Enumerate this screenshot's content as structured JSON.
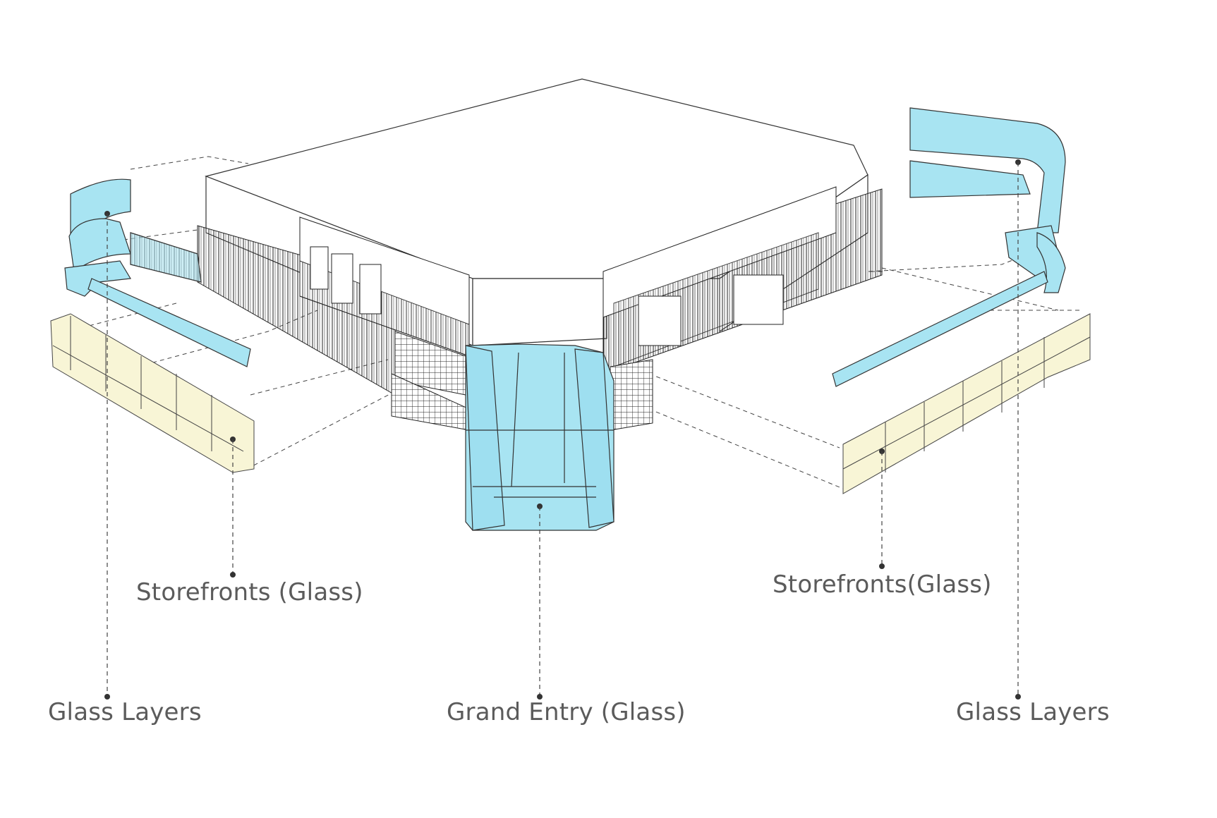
{
  "labels": {
    "storefronts_left": "Storefronts (Glass)",
    "storefronts_right": "Storefronts(Glass)",
    "glass_layers_left": "Glass Layers",
    "grand_entry": "Grand Entry (Glass)",
    "glass_layers_right": "Glass Layers"
  },
  "colors": {
    "glass": "#a8e4f2",
    "storefront": "#f8f5d6",
    "line": "#333333",
    "label": "#5b5b5b"
  }
}
